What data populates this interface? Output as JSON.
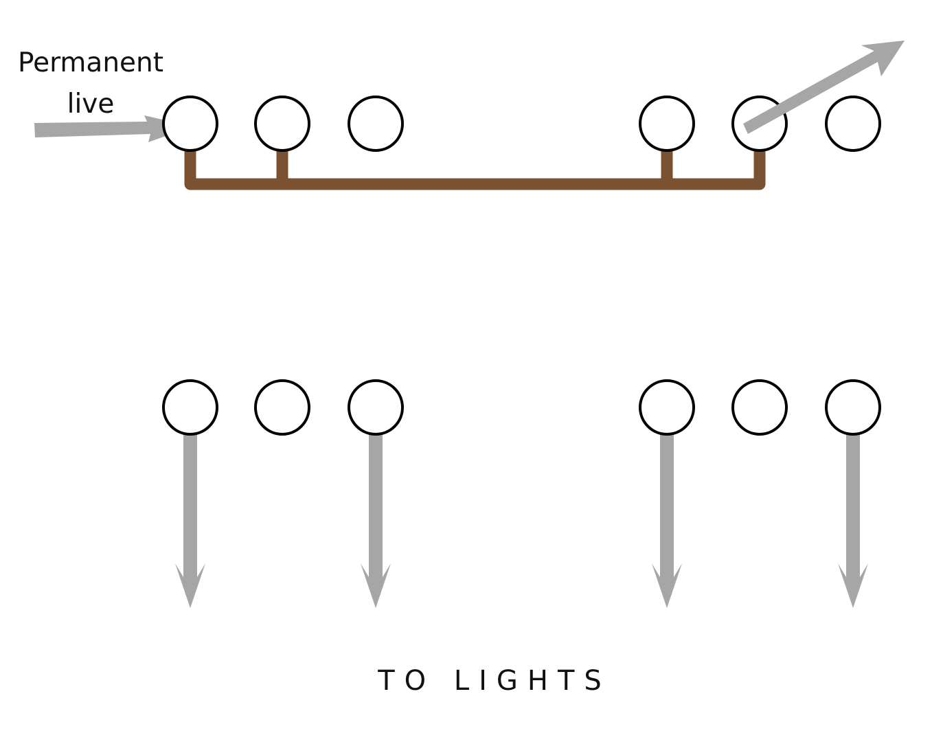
{
  "labels": {
    "input_label_line1": "Permanent",
    "input_label_line2": "live",
    "output_label": "TO LIGHTS"
  },
  "colors": {
    "terminal_outline": "#000000",
    "bridge_wire": "#7a5232",
    "arrow": "#a6a6a6",
    "background": "#ffffff"
  },
  "terminals": {
    "top_row": [
      {
        "name": "top-terminal-1",
        "bridged": true,
        "role": "input"
      },
      {
        "name": "top-terminal-2",
        "bridged": true
      },
      {
        "name": "top-terminal-3",
        "bridged": false
      },
      {
        "name": "top-terminal-4",
        "bridged": true
      },
      {
        "name": "top-terminal-5",
        "bridged": true,
        "role": "output"
      },
      {
        "name": "top-terminal-6",
        "bridged": false
      }
    ],
    "bottom_row": [
      {
        "name": "bottom-terminal-1",
        "to_lights": true
      },
      {
        "name": "bottom-terminal-2",
        "to_lights": false
      },
      {
        "name": "bottom-terminal-3",
        "to_lights": true
      },
      {
        "name": "bottom-terminal-4",
        "to_lights": true
      },
      {
        "name": "bottom-terminal-5",
        "to_lights": false
      },
      {
        "name": "bottom-terminal-6",
        "to_lights": true
      }
    ]
  }
}
